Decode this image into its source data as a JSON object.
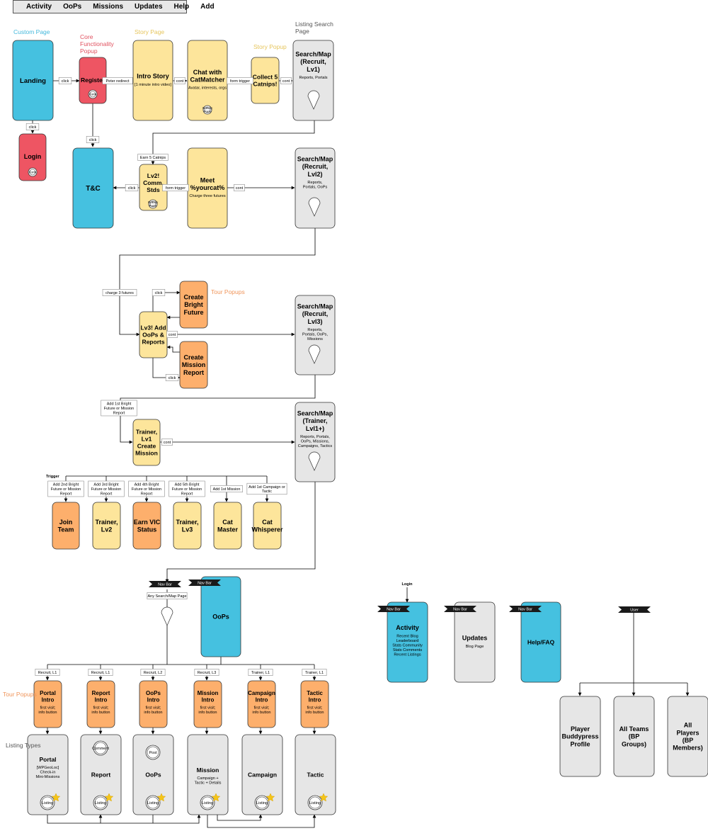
{
  "topnav": [
    "Activity",
    "OoPs",
    "Missions",
    "Updates",
    "Help",
    "Add"
  ],
  "colors": {
    "blue": "#45c1e0",
    "red": "#ee5563",
    "yellow": "#fde59b",
    "orange": "#fdaf6c",
    "grey": "#e6e6e6",
    "black": "#1a1a1a",
    "cat_blue": "#45b9dc",
    "cat_red": "#e0505e",
    "cat_yellow": "#e6c55c",
    "cat_orange": "#f0955a"
  },
  "categories": {
    "custom_page": "Custom Page",
    "core_popup": "Core Functionality Popup",
    "story_page": "Story Page",
    "story_popup": "Story Popup",
    "listing_search": "Listing Search Page",
    "tour_popups": "Tour Popups",
    "tour_popups_2": "Tour Popups",
    "listing_types": "Listing Types"
  },
  "nodes": {
    "landing": "Landing",
    "register": "Register",
    "login": "Login",
    "intro_story": "Intro Story",
    "intro_story_sub": "[1 minute intro video]",
    "chat": "Chat with CatMatcher",
    "chat_sub": "Avatar, interests, orgs",
    "collect": "Collect 5 Catnips!",
    "sm_lv1": "Search/Map (Recruit, Lv1)",
    "sm_lv1_sub": "Reports, Portals",
    "tc": "T&C",
    "lv2": "Lv2! Comm. Stds",
    "meet": "Meet %yourcat%",
    "meet_sub": "Charge three futures",
    "sm_lv2": "Search/Map (Recruit, Lvl2)",
    "sm_lv2_sub": "Reports, Portals, OoPs",
    "create_bright": "Create Bright Future",
    "lv3": "Lv3! Add OoPs & Reports",
    "create_mission": "Create Mission Report",
    "sm_lv3": "Search/Map (Recruit, Lvl3)",
    "sm_lv3_sub": "Reports, Portals, OoPs, Missions",
    "trainer_lv1": "Trainer, Lv1 Create Mission",
    "sm_trainer": "Search/Map (Trainer, Lvl1+)",
    "sm_trainer_sub": "Reports, Portals, OoPs, Missions, Campaigns, Tactics",
    "join_team": "Join Team",
    "trainer_lv2": "Trainer, Lv2",
    "earn_vic": "Earn VIC Status",
    "trainer_lv3": "Trainer, Lv3",
    "cat_master": "Cat Master",
    "cat_whisperer": "Cat Whisperer",
    "oops_page": "OoPs",
    "portal_intro": "Portal Intro",
    "report_intro": "Report Intro",
    "oops_intro": "OoPs Intro",
    "mission_intro": "Mission Intro",
    "campaign_intro": "Campaign Intro",
    "tactic_intro": "Tactic Intro",
    "intro_sub": "first visit; info button",
    "portal": "Portal",
    "portal_sub": "[WPGeoLoc] Check-in Mini-Missions",
    "report": "Report",
    "oops": "OoPs",
    "mission": "Mission",
    "mission_sub": "Campaign + Tactic + Details",
    "campaign": "Campaign",
    "tactic": "Tactic",
    "activity": "Activity",
    "activity_sub": "Recent Blog Leaderboard Stats Community Stats Comments Recent Listings",
    "updates": "Updates",
    "updates_sub": "Blog Page",
    "help": "Help/FAQ",
    "player": "Player Buddypress Profile",
    "all_teams": "All Teams (BP Groups)",
    "all_players": "All Players (BP Members)"
  },
  "labels": {
    "click": "click",
    "peter": "Peter redirect",
    "cont": "cont",
    "form_trigger": "form trigger",
    "earn5": "Earn 5 Catnips",
    "charge3": "charge 3 futures",
    "add1st": "Add 1st Bright Future or Mission Report",
    "trigger": "Trigger",
    "add2nd": "Add 2nd Bright Future or Mission Report",
    "add3rd": "Add 3rd Bright Future or Mission Report",
    "add4th": "Add 4th Bright Future or Mission Report",
    "add5th": "Add 5th Bright Future or Mission Report",
    "add1st_mission": "Add 1st Mission",
    "add1st_campaign": "Add 1st Campaign or Tactic",
    "nav_bar": "Nav Bar",
    "any_search": "Any Search/Map Page",
    "recruit_l1": "Recruit, L1",
    "recruit_l2": "Recruit, L2",
    "recruit_l3": "Recruit, L3",
    "trainer_l1": "Trainer, L1",
    "login_top": "Login",
    "user": "User"
  },
  "widgets": {
    "form": "Form",
    "gravity_form": "Gravity Form",
    "comment": "Comment",
    "post": "Post",
    "listing": "Listing"
  }
}
